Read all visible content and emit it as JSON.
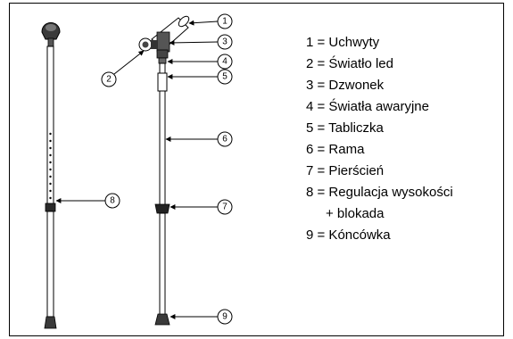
{
  "callouts": [
    "1",
    "2",
    "3",
    "4",
    "5",
    "6",
    "7",
    "8",
    "9"
  ],
  "legend": [
    "1 = Uchwyty",
    "2 = Światło led",
    "3 = Dzwonek",
    "4 = Światła awaryjne",
    "5 = Tabliczka",
    "6 = Rama",
    "7 = Pierścień",
    "8 = Regulacja wysokości",
    "+ blokada",
    "9 = Kóncówka"
  ]
}
